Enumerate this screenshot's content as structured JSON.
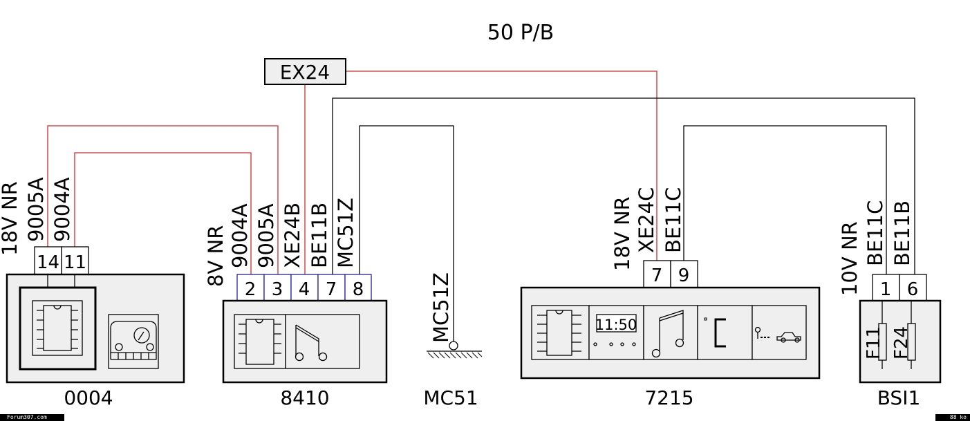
{
  "title": "50 P/B",
  "ex24": {
    "label": "EX24"
  },
  "components": {
    "c0004": {
      "name": "0004",
      "pins": [
        "14",
        "11"
      ],
      "wires": [
        "18V NR",
        "9005A",
        "9004A"
      ]
    },
    "c8410": {
      "name": "8410",
      "pins": [
        "2",
        "3",
        "4",
        "7",
        "8"
      ],
      "wires": [
        "8V NR",
        "9004A",
        "9005A",
        "XE24B",
        "BE11B",
        "MC51Z"
      ]
    },
    "mc51": {
      "name": "MC51",
      "wire": "MC51Z"
    },
    "c7215": {
      "name": "7215",
      "pins": [
        "7",
        "9"
      ],
      "wires": [
        "18V NR",
        "XE24C",
        "BE11C"
      ],
      "clock": "11:50"
    },
    "bsi1": {
      "name": "BSI1",
      "pins": [
        "1",
        "6"
      ],
      "wires": [
        "10V NR",
        "BE11C",
        "BE11B"
      ],
      "fuses": [
        "F11",
        "F24"
      ]
    }
  },
  "colors": {
    "red_wire": "#d42a2a",
    "black_wire": "#000000",
    "connector_blue": "#1f1fa8",
    "box_fill": "#efefef"
  },
  "footer": {
    "left": "Forum307.com",
    "right": "88 ko"
  }
}
